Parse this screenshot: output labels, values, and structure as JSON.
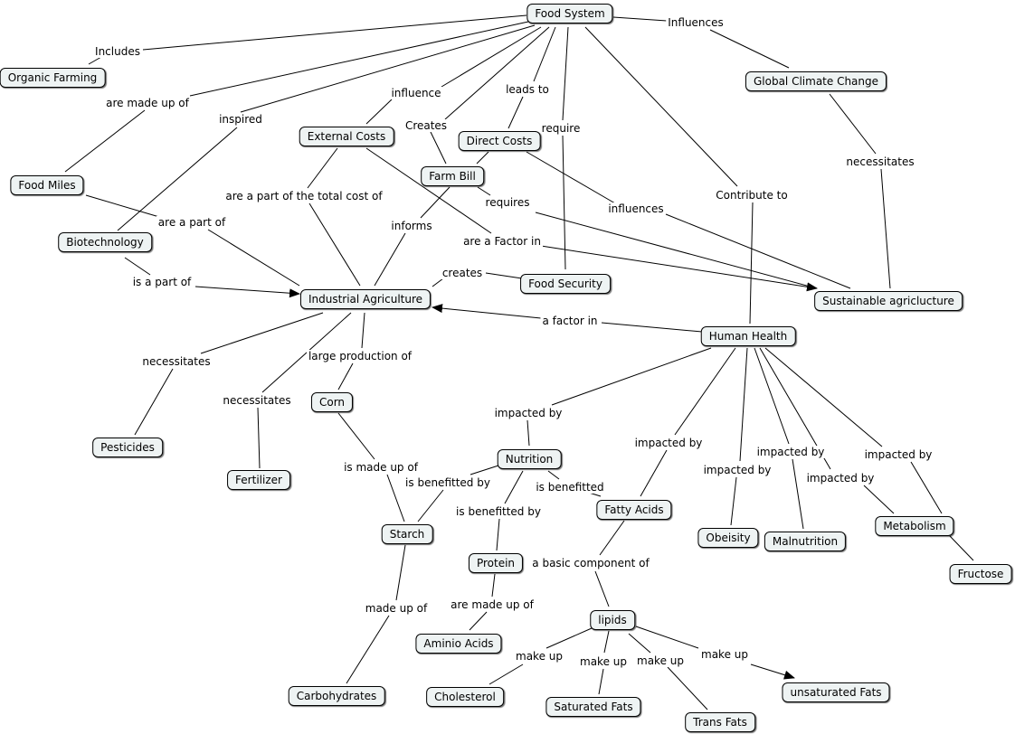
{
  "nodes": {
    "food_system": "Food System",
    "organic_farming": "Organic Farming",
    "global_climate_change": "Global Climate Change",
    "external_costs": "External Costs",
    "direct_costs": "Direct Costs",
    "farm_bill": "Farm Bill",
    "food_miles": "Food Miles",
    "biotechnology": "Biotechnology",
    "industrial_agriculture": "Industrial Agriculture",
    "food_security": "Food Security",
    "sustainable_agriculture": "Sustainable agriclucture",
    "human_health": "Human Health",
    "pesticides": "Pesticides",
    "fertilizer": "Fertilizer",
    "corn": "Corn",
    "nutrition": "Nutrition",
    "starch": "Starch",
    "fatty_acids": "Fatty Acids",
    "protein": "Protein",
    "obeisity": "Obeisity",
    "malnutrition": "Malnutrition",
    "metabolism": "Metabolism",
    "fructose": "Fructose",
    "aminio_acids": "Aminio Acids",
    "lipids": "lipids",
    "carbohydrates": "Carbohydrates",
    "cholesterol": "Cholesterol",
    "saturated_fats": "Saturated Fats",
    "trans_fats": "Trans Fats",
    "unsaturated_fats": "unsaturated Fats"
  },
  "links": {
    "includes": "Includes",
    "influences_top": "Influences",
    "are_made_up_of": "are made up of",
    "influence": "influence",
    "leads_to": "leads to",
    "inspired": "inspired",
    "creates_upper": "Creates",
    "require": "require",
    "necessitates_climate": "necessitates",
    "are_a_part_of_total_cost": "are a part of the total cost of",
    "requires": "requires",
    "influences_mid": "influences",
    "contribute_to": "Contribute to",
    "are_a_part_of": "are a part of",
    "informs": "informs",
    "are_a_factor_in": "are a Factor in",
    "is_a_part_of": "is a part of",
    "creates_lower": "creates",
    "a_factor_in": "a factor in",
    "necessitates_pesticides": "necessitates",
    "large_production_of": "large production of",
    "necessitates_fertilizer": "necessitates",
    "impacted_by_nutrition": "impacted by",
    "impacted_by_fatty": "impacted by",
    "impacted_by_obeisity": "impacted by",
    "impacted_by_malnutrition": "impacted by",
    "impacted_by_metabolism_a": "impacted by",
    "impacted_by_metabolism_b": "impacted by",
    "is_made_up_of": "is made up of",
    "is_benefitted_by_starch": "is benefitted by",
    "is_benefitted": "is benefitted",
    "is_benefitted_by_protein": "is benefitted by",
    "a_basic_component_of": "a basic component of",
    "are_made_up_of_amino": "are made up of",
    "made_up_of": "made up of",
    "make_up_cholesterol": "make up",
    "make_up_saturated": "make up",
    "make_up_trans": "make up",
    "make_up_unsaturated": "make up"
  }
}
